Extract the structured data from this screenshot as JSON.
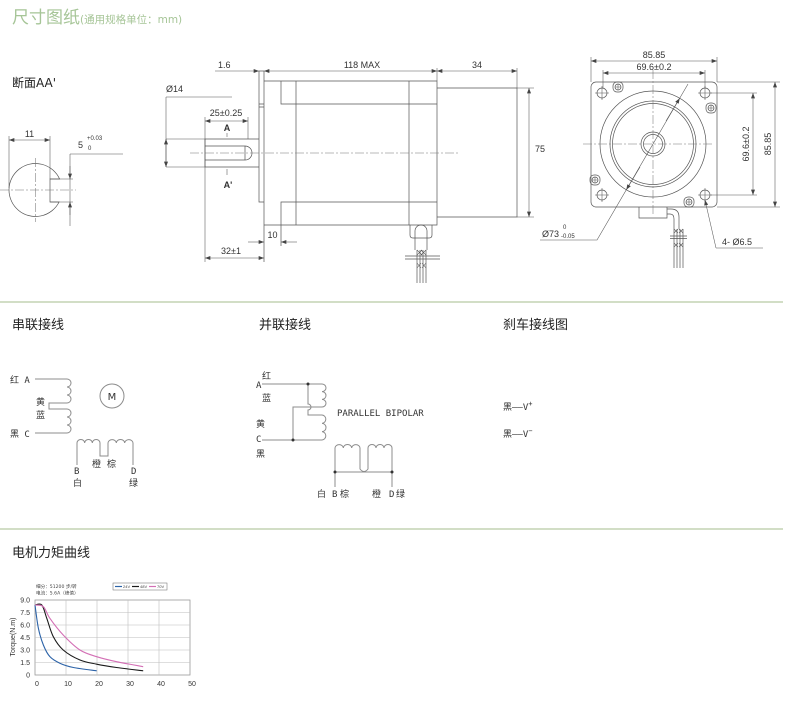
{
  "header": {
    "title": "尺寸图纸",
    "unit_note": "(通用规格单位：mm)"
  },
  "theme": {
    "accent": "#a6c597",
    "divider": "#d2dec6",
    "line": "#555555",
    "text": "#333333"
  },
  "drawing": {
    "section_view": {
      "title": "断面AA'",
      "width_dim": "11",
      "key_dim": "5",
      "key_tol_upper": "+0.03",
      "key_tol_lower": "0"
    },
    "side_view": {
      "flange_thickness": "1.6",
      "shaft_diameter": "Ø14",
      "key_length": "25±0.25",
      "section_mark_a": "A",
      "section_mark_a_prime": "A'",
      "body_length": "118 MAX",
      "brake_length": "34",
      "body_height": "75",
      "boss_length": "10",
      "shaft_length": "32±1"
    },
    "front_view": {
      "flange_width": "85.85",
      "hole_spacing_x": "69.6±0.2",
      "hole_spacing_y": "69.6±0.2",
      "flange_height": "85.85",
      "pilot_diameter": "Ø73",
      "pilot_tol_upper": "0",
      "pilot_tol_lower": "-0.05",
      "mounting_holes": "4- Ø6.5"
    }
  },
  "wiring": {
    "series": {
      "title": "串联接线",
      "red_a": "红 A",
      "black_c": "黑 C",
      "yellow": "黄",
      "blue": "蓝",
      "motor": "M",
      "b": "B",
      "white": "白",
      "orange": "橙",
      "brown": "棕",
      "d": "D",
      "green": "绿"
    },
    "parallel": {
      "title": "并联接线",
      "red": "红",
      "a": "A",
      "blue": "蓝",
      "yellow": "黄",
      "c": "C",
      "black": "黑",
      "mode": "PARALLEL BIPOLAR",
      "white": "白",
      "b": "B",
      "brown": "棕",
      "orange": "橙",
      "d": "D",
      "green": "绿"
    },
    "brake": {
      "title": "刹车接线图",
      "lines": [
        {
          "wire": "黑——V",
          "polarity": "+"
        },
        {
          "wire": "黑——V",
          "polarity": "−"
        }
      ]
    }
  },
  "torque": {
    "title": "电机力矩曲线"
  },
  "chart_data": {
    "type": "line",
    "title": "",
    "notes": [
      "细分：51200 步/转",
      "电流：5.6A（峰值）"
    ],
    "xlabel": "",
    "ylabel": "Torque(N.m)",
    "xlim": [
      0,
      50
    ],
    "ylim": [
      0,
      9
    ],
    "xticks": [
      0,
      10,
      20,
      30,
      40,
      50
    ],
    "xtick_labels": [
      "0",
      "10",
      "20",
      "30",
      "40",
      "50"
    ],
    "yticks": [
      0,
      1.5,
      3,
      4.5,
      6,
      7.5,
      9
    ],
    "ytick_labels": [
      "0",
      "1.5",
      "3.0",
      "4.5",
      "6.0",
      "7.5",
      "9.0"
    ],
    "grid": true,
    "legend": "top-right",
    "series": [
      {
        "name": "24V",
        "color": "#2c63a8",
        "x": [
          0,
          1.1,
          2.7,
          4.8,
          8.1,
          12.4,
          19.9
        ],
        "y": [
          8.4,
          5.6,
          3.6,
          2.2,
          1.4,
          0.9,
          0.5
        ]
      },
      {
        "name": "48V",
        "color": "#1a1a1a",
        "x": [
          0,
          2.2,
          3.8,
          5.9,
          9.1,
          14.5,
          19.9,
          26.3,
          34.9
        ],
        "y": [
          8.4,
          8.4,
          6.8,
          4.6,
          3.0,
          1.8,
          1.3,
          0.9,
          0.5
        ]
      },
      {
        "name": "70V",
        "color": "#d36fb5",
        "x": [
          0,
          2.7,
          4.8,
          9.1,
          14.5,
          19.9,
          26.3,
          34.9
        ],
        "y": [
          8.4,
          8.2,
          6.8,
          4.8,
          3.0,
          2.2,
          1.6,
          1.0
        ]
      }
    ]
  }
}
